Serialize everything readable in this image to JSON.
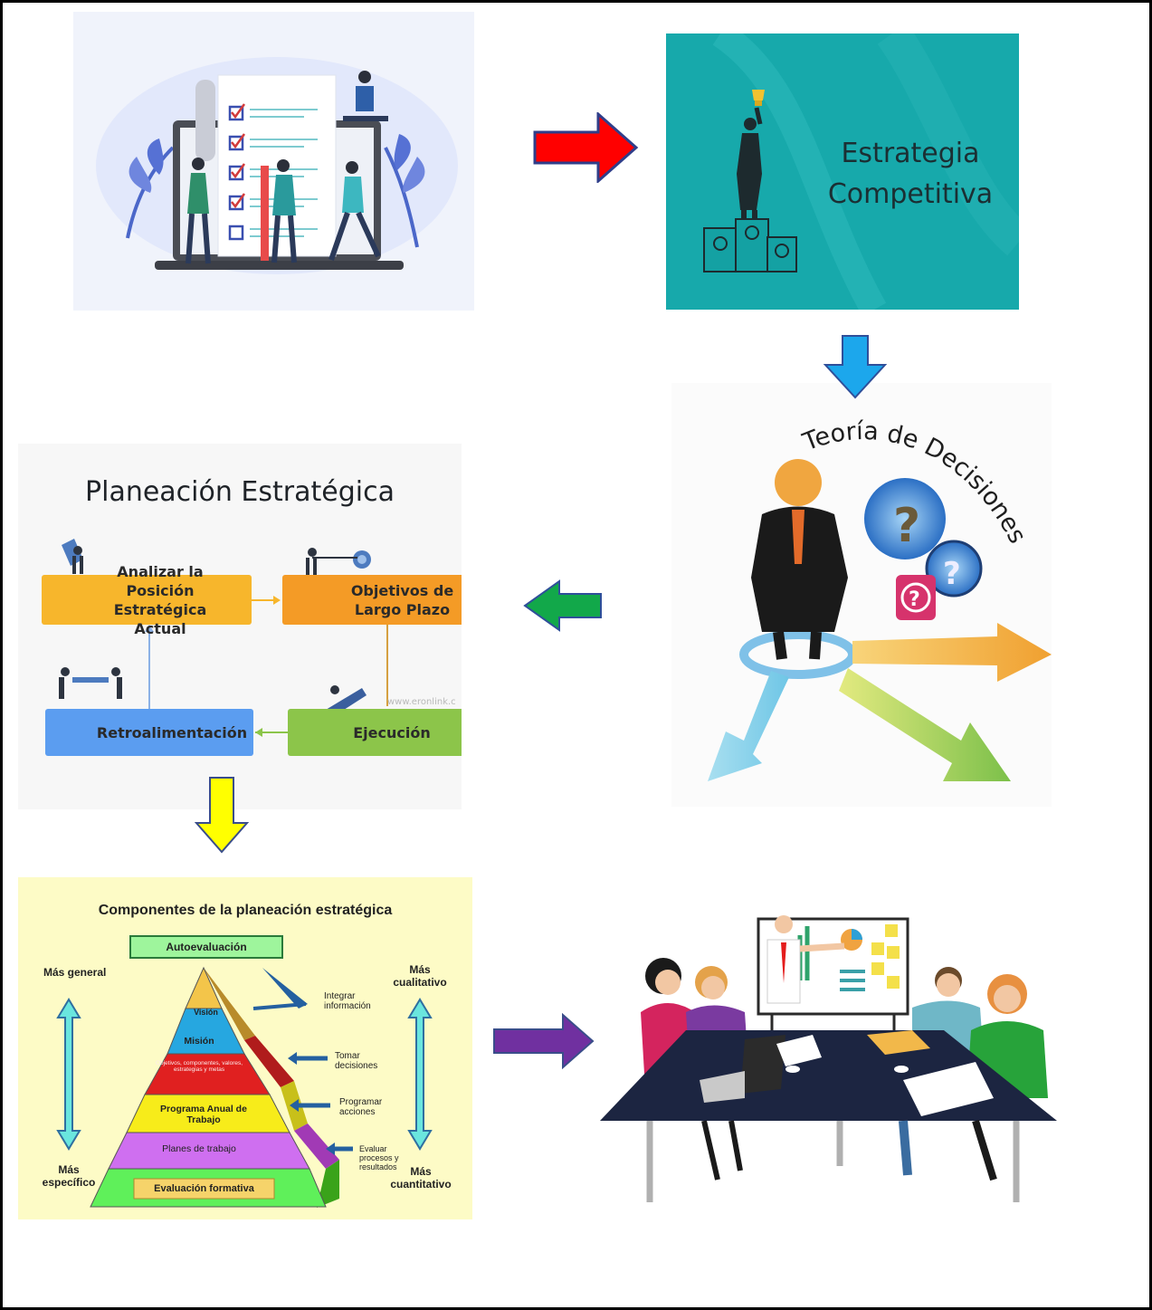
{
  "panels": {
    "competitive": {
      "title_line1": "Estrategia",
      "title_line2": "Competitiva"
    },
    "decisions": {
      "title": "Teoría de Decisiones"
    },
    "planning": {
      "title": "Planeación Estratégica",
      "boxes": {
        "analizar": "Analizar la Posición Estratégica Actual",
        "objetivos": "Objetivos de Largo Plazo",
        "retro": "Retroalimentación",
        "ejecucion": "Ejecución"
      },
      "watermark": "www.eronlink.c"
    },
    "components": {
      "title": "Componentes de la planeación estratégica",
      "autoevaluacion": "Autoevaluación",
      "mas_general": "Más general",
      "mas_especifico": "Más específico",
      "mas_cualitativo": "Más cualitativo",
      "mas_cuantitativo": "Más cuantitativo",
      "levels": {
        "vision": "Visión",
        "mision": "Misión",
        "objetivos": "Objetivos, componentes, valores, estrategias y metas",
        "programa": "Programa Anual de Trabajo",
        "planes": "Planes de trabajo",
        "evaluacion": "Evaluación formativa"
      },
      "steps": {
        "integrar": "Integrar información",
        "tomar": "Tomar decisiones",
        "programar": "Programar acciones",
        "evaluar": "Evaluar procesos y resultados"
      }
    }
  },
  "colors": {
    "arrow_red": "#ff0000",
    "arrow_blue": "#1ca7ec",
    "arrow_green": "#12a84a",
    "arrow_yellow": "#ffff00",
    "arrow_purple": "#7030a0",
    "teal": "#17a9ab"
  }
}
